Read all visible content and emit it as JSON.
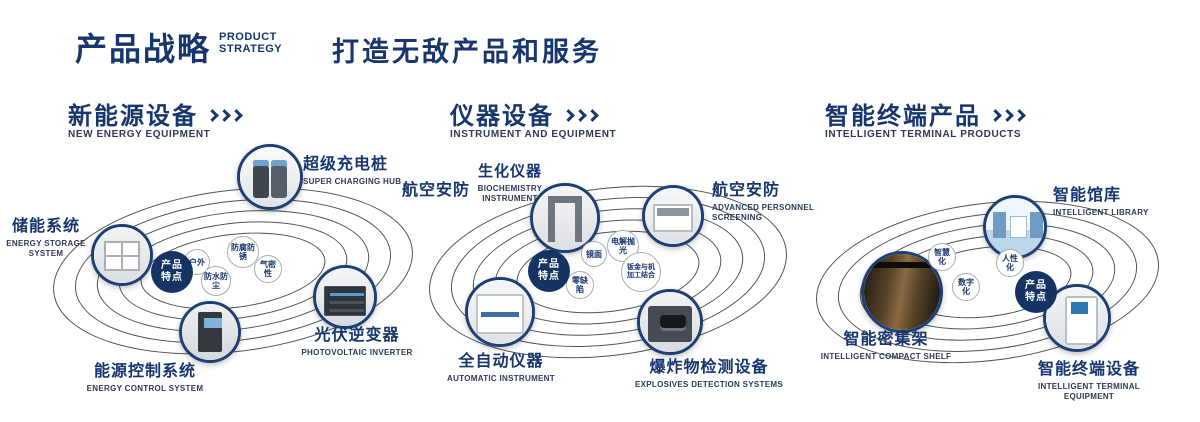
{
  "header": {
    "title_cn": "产品战略",
    "title_en": [
      "PRODUCT",
      "STRATEGY"
    ],
    "slogan": "打造无敌产品和服务"
  },
  "badge": {
    "line1": "产品",
    "line2": "特点"
  },
  "icons": {
    "section_arrow": "triple-chevron-right"
  },
  "colors": {
    "navy": "#17366d",
    "ring": "#343434",
    "badge_bg": "#153363",
    "background": "#ffffff"
  },
  "sections": [
    {
      "title_cn": "新能源设备",
      "title_en": "NEW ENERGY EQUIPMENT",
      "features": [
        "户外",
        "防腐防锈",
        "气密性",
        "防水防尘"
      ],
      "products": [
        {
          "cn": "储能系统",
          "en": "ENERGY STORAGE SYSTEM"
        },
        {
          "cn": "超级充电桩",
          "en": "SUPER CHARGING HUB"
        },
        {
          "cn": "光伏逆变器",
          "en": "PHOTOVOLTAIC INVERTER"
        },
        {
          "cn": "能源控制系统",
          "en": "ENERGY CONTROL SYSTEM"
        }
      ]
    },
    {
      "title_cn": "仪器设备",
      "title_en": "INSTRUMENT AND EQUIPMENT",
      "side_label_cn": "航空安防",
      "features": [
        "镜面",
        "电解抛光",
        "零缺陷",
        "钣金与机加工结合"
      ],
      "products": [
        {
          "cn": "生化仪器",
          "en": "BIOCHEMISTRY INSTRUMENT"
        },
        {
          "cn": "航空安防",
          "en": "ADVANCED PERSONNEL SCREENING"
        },
        {
          "cn": "全自动仪器",
          "en": "AUTOMATIC INSTRUMENT"
        },
        {
          "cn": "爆炸物检测设备",
          "en": "EXPLOSIVES DETECTION SYSTEMS"
        }
      ]
    },
    {
      "title_cn": "智能终端产品",
      "title_en": "INTELLIGENT TERMINAL PRODUCTS",
      "features": [
        "智慧化",
        "人性化",
        "数字化"
      ],
      "products": [
        {
          "cn": "智能馆库",
          "en": "INTELLIGENT LIBRARY"
        },
        {
          "cn": "智能密集架",
          "en": "INTELLIGENT COMPACT SHELF"
        },
        {
          "cn": "智能终端设备",
          "en": "INTELLIGENT TERMINAL EQUIPMENT"
        }
      ]
    }
  ]
}
